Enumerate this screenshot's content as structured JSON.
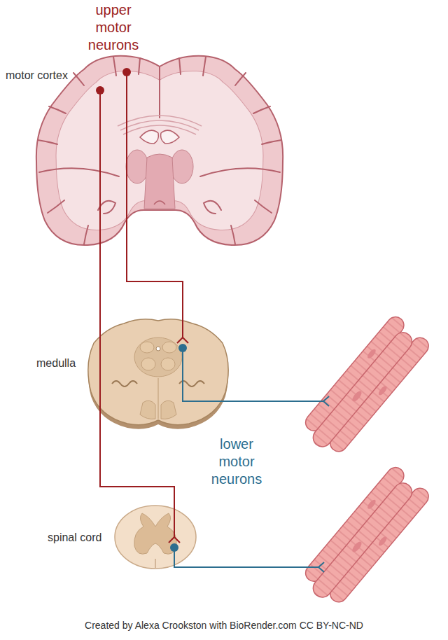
{
  "diagram": {
    "caption": "Created by Alexa Crookston with BioRender.com CC BY-NC-ND",
    "labels": [
      "upper motor neurons",
      "motor cortex",
      "medulla",
      "lower motor neurons",
      "spinal cord"
    ]
  }
}
